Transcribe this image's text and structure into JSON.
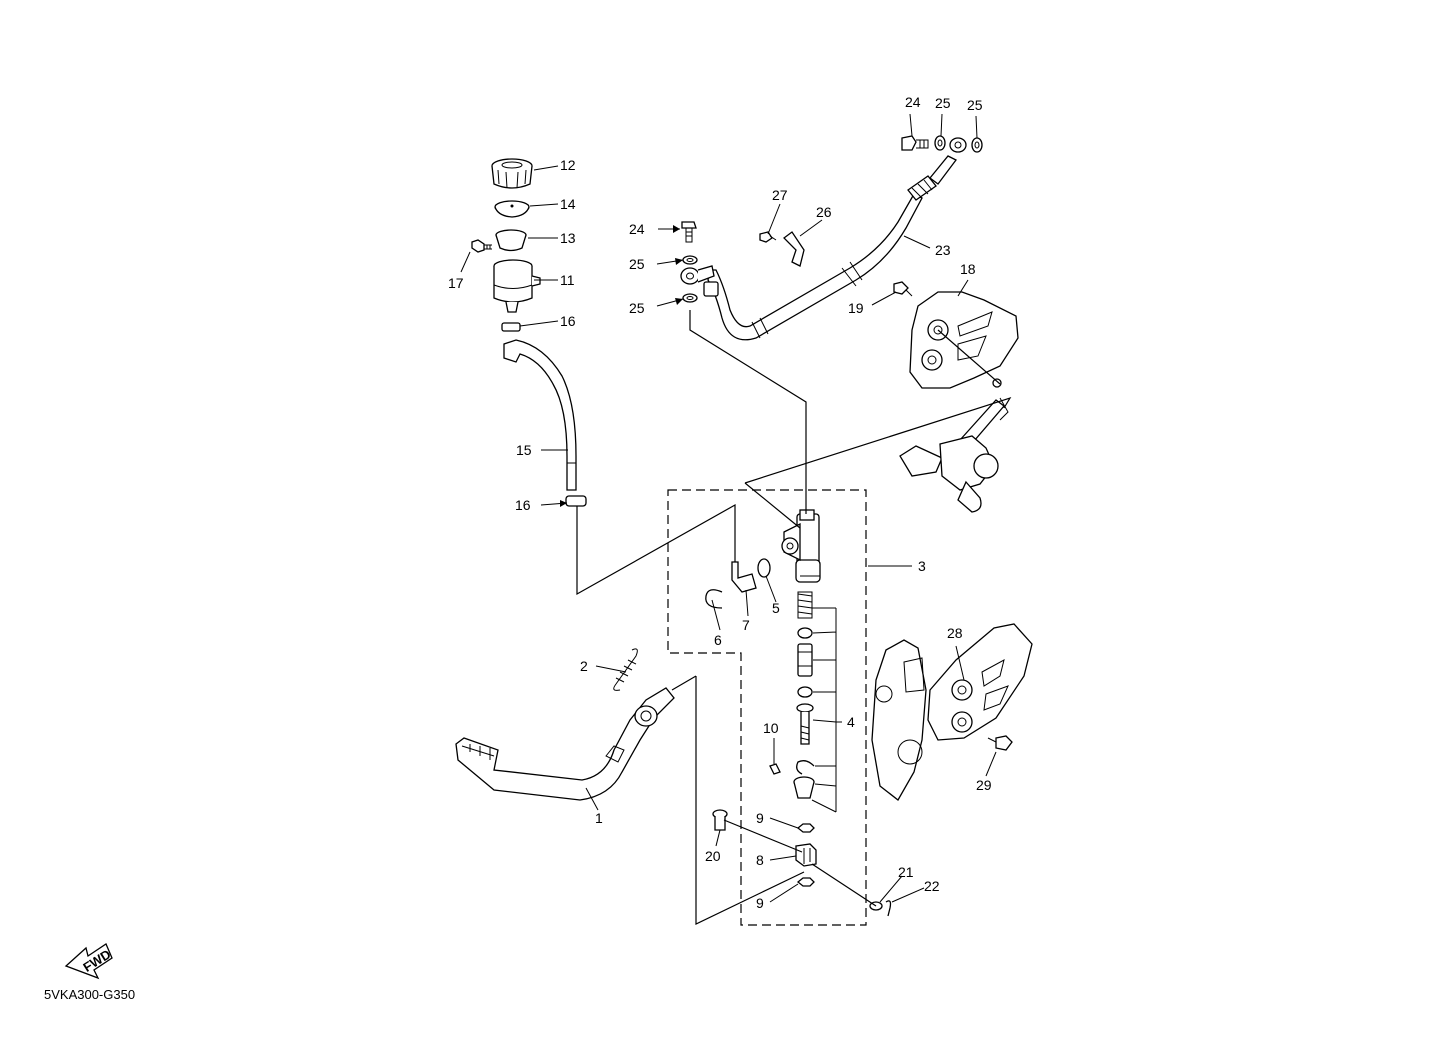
{
  "diagram_code": "5VKA300-G350",
  "fwd_label": "FWD",
  "callouts": [
    {
      "id": "c1",
      "text": "1"
    },
    {
      "id": "c2",
      "text": "2"
    },
    {
      "id": "c3",
      "text": "3"
    },
    {
      "id": "c4",
      "text": "4"
    },
    {
      "id": "c5",
      "text": "5"
    },
    {
      "id": "c6",
      "text": "6"
    },
    {
      "id": "c7",
      "text": "7"
    },
    {
      "id": "c8",
      "text": "8"
    },
    {
      "id": "c9a",
      "text": "9"
    },
    {
      "id": "c9b",
      "text": "9"
    },
    {
      "id": "c10",
      "text": "10"
    },
    {
      "id": "c11",
      "text": "11"
    },
    {
      "id": "c12",
      "text": "12"
    },
    {
      "id": "c13",
      "text": "13"
    },
    {
      "id": "c14",
      "text": "14"
    },
    {
      "id": "c15",
      "text": "15"
    },
    {
      "id": "c16a",
      "text": "16"
    },
    {
      "id": "c16b",
      "text": "16"
    },
    {
      "id": "c17",
      "text": "17"
    },
    {
      "id": "c18",
      "text": "18"
    },
    {
      "id": "c19",
      "text": "19"
    },
    {
      "id": "c20",
      "text": "20"
    },
    {
      "id": "c21",
      "text": "21"
    },
    {
      "id": "c22",
      "text": "22"
    },
    {
      "id": "c23",
      "text": "23"
    },
    {
      "id": "c24a",
      "text": "24"
    },
    {
      "id": "c24b",
      "text": "24"
    },
    {
      "id": "c25a",
      "text": "25"
    },
    {
      "id": "c25b",
      "text": "25"
    },
    {
      "id": "c25c",
      "text": "25"
    },
    {
      "id": "c25d",
      "text": "25"
    },
    {
      "id": "c26",
      "text": "26"
    },
    {
      "id": "c27",
      "text": "27"
    },
    {
      "id": "c28",
      "text": "28"
    },
    {
      "id": "c29",
      "text": "29"
    }
  ]
}
